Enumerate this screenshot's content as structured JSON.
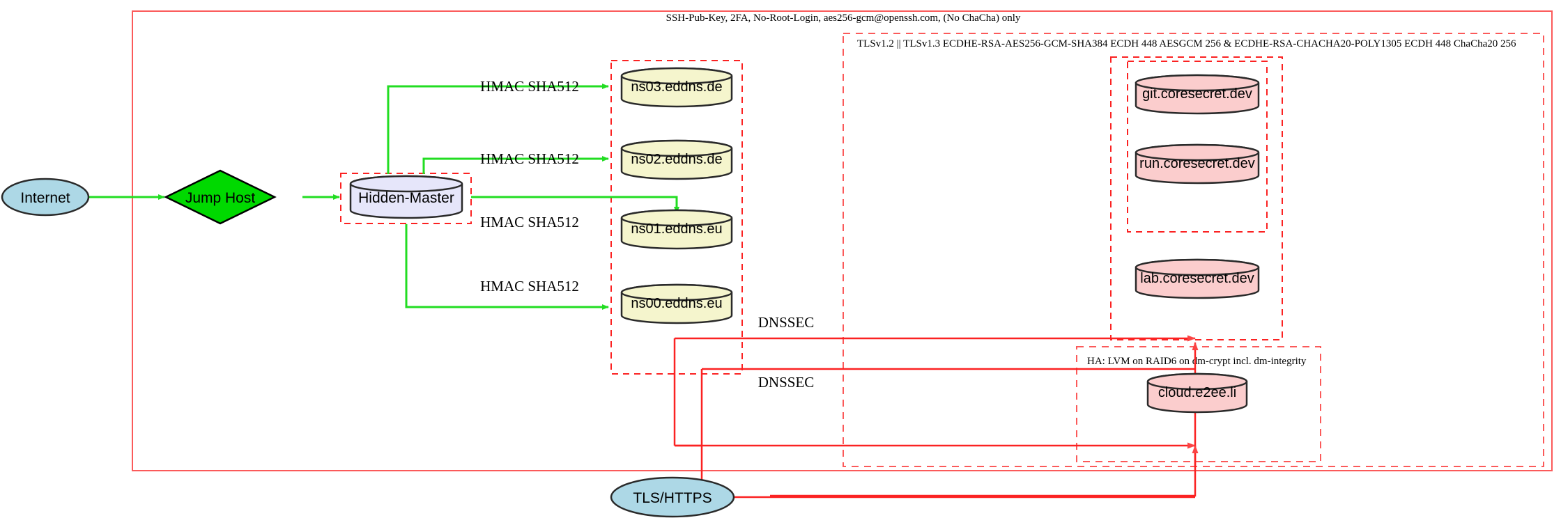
{
  "diagram": {
    "title": "Infrastructure security topology",
    "colors": {
      "cluster_border": "#fb5a5a",
      "green_edge": "#22dd22",
      "red_edge": "#fb4444",
      "node_outline": "#2a2a2a",
      "ellipse_fill": "#add8e6",
      "diamond_fill": "#00d900",
      "cylinder_lavender": "#e6e6fa",
      "cylinder_yellow": "#f5f5cd",
      "cylinder_pink": "#fbcdcd"
    },
    "clusters": [
      {
        "id": "cluster-ssh",
        "label": "SSH-Pub-Key, 2FA, No-Root-Login, aes256-gcm@openssh.com, (No ChaCha) only"
      },
      {
        "id": "cluster-tls",
        "label": "TLSv1.2 || TLSv1.3 ECDHE-RSA-AES256-GCM-SHA384 ECDH 448 AESGCM 256 & ECDHE-RSA-CHACHA20-POLY1305 ECDH 448 ChaCha20 256"
      },
      {
        "id": "cluster-ha",
        "label": "HA: LVM on RAID6 on dm-crypt incl. dm-integrity"
      },
      {
        "id": "cluster-hidden-master",
        "label": ""
      },
      {
        "id": "cluster-nameservers",
        "label": ""
      },
      {
        "id": "cluster-coresecret",
        "label": ""
      },
      {
        "id": "cluster-coresecret-inner",
        "label": ""
      }
    ],
    "nodes": {
      "internet": {
        "label": "Internet",
        "shape": "ellipse",
        "fill": "#add8e6"
      },
      "jump_host": {
        "label": "Jump Host",
        "shape": "diamond",
        "fill": "#00d900"
      },
      "hidden_master": {
        "label": "Hidden-Master",
        "shape": "cylinder",
        "fill": "#e6e6fa"
      },
      "ns03": {
        "label": "ns03.eddns.de",
        "shape": "cylinder",
        "fill": "#f5f5cd"
      },
      "ns02": {
        "label": "ns02.eddns.de",
        "shape": "cylinder",
        "fill": "#f5f5cd"
      },
      "ns01": {
        "label": "ns01.eddns.eu",
        "shape": "cylinder",
        "fill": "#f5f5cd"
      },
      "ns00": {
        "label": "ns00.eddns.eu",
        "shape": "cylinder",
        "fill": "#f5f5cd"
      },
      "git": {
        "label": "git.coresecret.dev",
        "shape": "cylinder",
        "fill": "#fbcdcd"
      },
      "run": {
        "label": "run.coresecret.dev",
        "shape": "cylinder",
        "fill": "#fbcdcd"
      },
      "lab": {
        "label": "lab.coresecret.dev",
        "shape": "cylinder",
        "fill": "#fbcdcd"
      },
      "cloud": {
        "label": "cloud.e2ee.li",
        "shape": "cylinder",
        "fill": "#fbcdcd"
      },
      "tls_https": {
        "label": "TLS/HTTPS",
        "shape": "ellipse",
        "fill": "#add8e6"
      }
    },
    "edge_labels": {
      "hmac_ns03": "HMAC SHA512",
      "hmac_ns02": "HMAC SHA512",
      "hmac_ns01": "HMAC SHA512",
      "hmac_ns00": "HMAC SHA512",
      "dnssec_upper": "DNSSEC",
      "dnssec_lower": "DNSSEC"
    }
  }
}
